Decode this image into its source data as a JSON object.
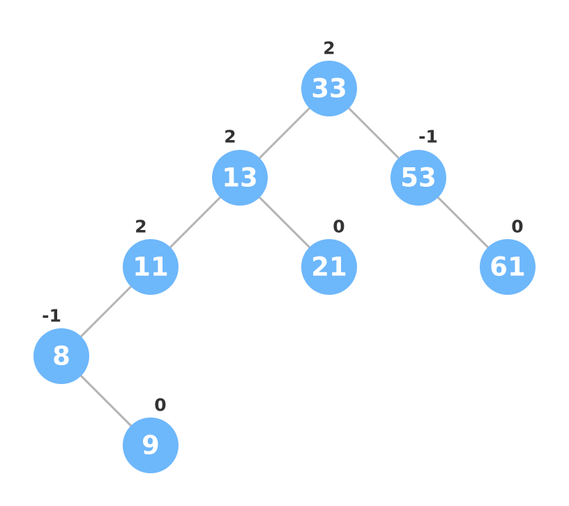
{
  "colors": {
    "node_fill": "#6db7fb",
    "node_text": "#ffffff",
    "edge": "#b4b4b4",
    "label_text": "#333333"
  },
  "nodes": [
    {
      "key": "33",
      "balance": "2"
    },
    {
      "key": "13",
      "balance": "2"
    },
    {
      "key": "53",
      "balance": "-1"
    },
    {
      "key": "11",
      "balance": "2"
    },
    {
      "key": "21",
      "balance": "0"
    },
    {
      "key": "61",
      "balance": "0"
    },
    {
      "key": "8",
      "balance": "-1"
    },
    {
      "key": "9",
      "balance": "0"
    }
  ],
  "edges": [
    [
      "33",
      "13"
    ],
    [
      "33",
      "53"
    ],
    [
      "13",
      "11"
    ],
    [
      "13",
      "21"
    ],
    [
      "53",
      "61"
    ],
    [
      "11",
      "8"
    ],
    [
      "8",
      "9"
    ]
  ]
}
